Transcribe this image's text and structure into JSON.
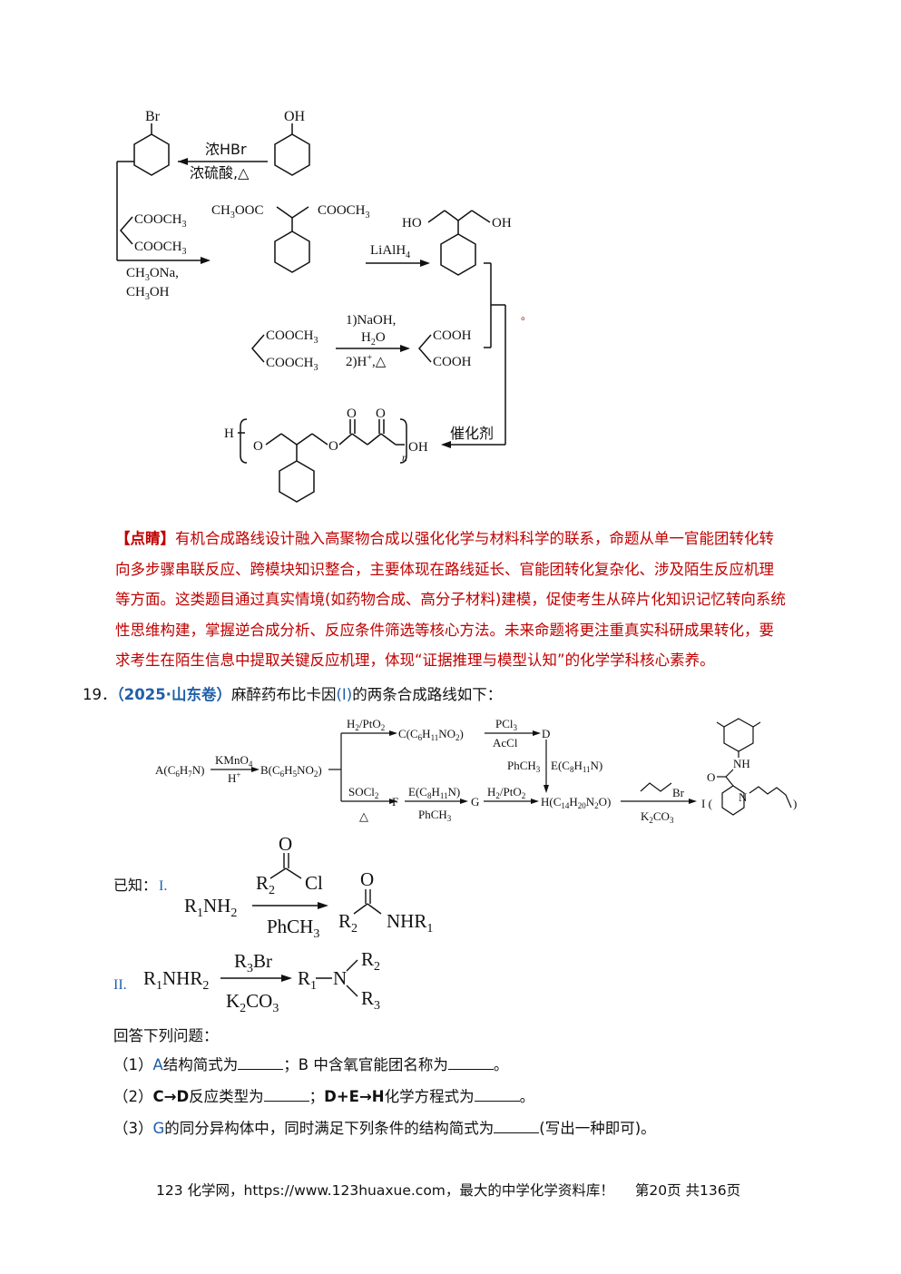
{
  "scheme1": {
    "br": "Br",
    "oh": "OH",
    "reagent_top": "浓HBr",
    "reagent_bottom": "浓硫酸,△",
    "malonate_top": "COOCH",
    "malonate_bottom": "COOCH",
    "base1": "CH",
    "base1_tail": "ONa,",
    "base2": "CH",
    "base2_tail": "OH",
    "diester_left": "CH",
    "diester_left_tail": "OOC",
    "diester_right": "COOCH",
    "lialh4": "LiAlH",
    "diol_ho": "HO",
    "diol_oh": "OH",
    "step1": "1)NaOH,",
    "step2": "H",
    "step2_tail": "O",
    "step3": "2)H",
    "step3_tail": ",△",
    "acid_top": "COOH",
    "acid_bottom": "COOH",
    "catalyst": "催化剂",
    "polymer_h": "H",
    "polymer_o1": "O",
    "polymer_o2": "O",
    "polymer_o3": "O",
    "polymer_o4": "O",
    "polymer_n": "n",
    "polymer_oh": "OH",
    "dot": "。"
  },
  "comment": {
    "label": "【点睛】",
    "lines": [
      "有机合成路线设计融入高聚物合成以强化化学与材料科学的联系，命题从单一官能团转化转",
      "向多步骤串联反应、跨模块知识整合，主要体现在路线延长、官能团转化复杂化、涉及陌生反应机理",
      "等方面。这类题目通过真实情境(如药物合成、高分子材料)建模，促使考生从碎片化知识记忆转向系统",
      "性思维构建，掌握逆合成分析、反应条件筛选等核心方法。未来命题将更注重真实科研成果转化，要",
      "求考生在陌生信息中提取关键反应机理，体现“证据推理与模型认知”的化学学科核心素养。"
    ]
  },
  "question": {
    "number": "19．",
    "source": "（2025·山东卷）",
    "intro_a": "麻醉药布比卡因",
    "intro_b": "(I)",
    "intro_c": "的两条合成路线如下："
  },
  "scheme2": {
    "A": "A(C",
    "B": "B(C",
    "kmno4": "KMnO",
    "hplus": "H",
    "h2pto2_top": "H",
    "C": "C(C",
    "pcl3": "PCl",
    "acCl": "AcCl",
    "D": "D",
    "phch3": "PhCH",
    "E": "E(C",
    "socl2": "SOCl",
    "delta": "△",
    "F": "F",
    "E2": "E(C",
    "phch3b": "PhCH",
    "G": "G",
    "h2pto2_b": "H",
    "H": "H(C",
    "k2co3": "K",
    "br": "Br",
    "I": "I (",
    "I_close": ")",
    "nh": "NH",
    "o": "O",
    "n": "N"
  },
  "known": {
    "label": "已知：",
    "i": "I.",
    "r1nh2": "R",
    "r1nh2_tail": "NH",
    "cl": "Cl",
    "o": "O",
    "r2": "R",
    "phch3": "PhCH",
    "prod_r2": "R",
    "prod_o": "O",
    "nhr1": "NHR",
    "ii": "II.",
    "r1nhr2": "R",
    "r3br": "R",
    "k2co3": "K",
    "n_r1": "R",
    "n": "N",
    "n_r2": "R",
    "n_r3": "R"
  },
  "answer": {
    "prompt": "回答下列问题：",
    "q1_a": "（1）",
    "q1_b": "A",
    "q1_c": "结构简式为",
    "q1_d": "；B 中含氧官能团名称为",
    "q1_e": "。",
    "q2_a": "（2）",
    "q2_b": "C",
    "q2_arrow": "→",
    "q2_c": "D",
    "q2_d": "反应类型为",
    "q2_e": "；",
    "q2_f": "D+E",
    "q2_g": "H",
    "q2_h": "化学方程式为",
    "q2_i": "。",
    "q3_a": "（3）",
    "q3_b": "G",
    "q3_c": "的同分异构体中，同时满足下列条件的结构简式为",
    "q3_d": "(写出一种即可)。"
  },
  "footer": {
    "text": "123 化学网，https://www.123huaxue.com，最大的中学化学资料库！",
    "page": "第20页  共136页"
  }
}
